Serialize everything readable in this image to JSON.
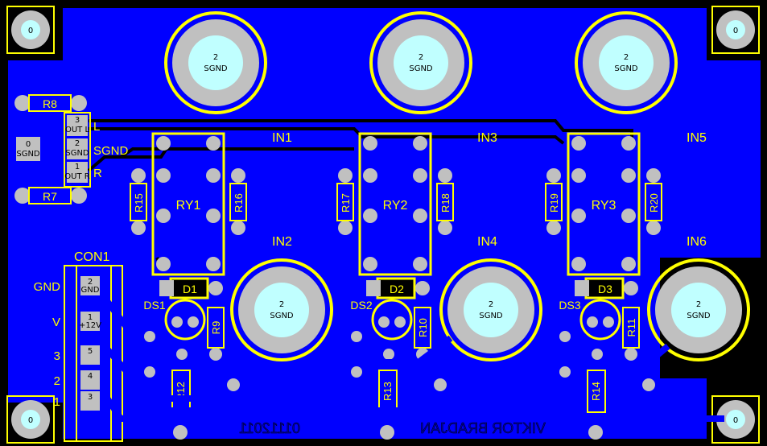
{
  "board": {
    "colors": {
      "copper": "#0000ff",
      "silk": "#ffff00",
      "pad": "#c0c0c0",
      "hole": "#c0ffff",
      "bg": "#000000"
    },
    "corner_hole_label": "0",
    "jack_pin": "2",
    "jack_net": "SGND",
    "inputs": [
      "IN1",
      "IN3",
      "IN5",
      "IN2",
      "IN4",
      "IN6"
    ],
    "header_left": {
      "pins": [
        "3",
        "2",
        "1"
      ],
      "nets": [
        "OUT L",
        "SGND",
        "OUT R"
      ],
      "labels": [
        "L",
        "SGND",
        "R"
      ]
    },
    "sgnd_pad": {
      "pin": "0",
      "net": "SGND"
    },
    "resistors": [
      "R8",
      "R7",
      "R15",
      "R16",
      "R17",
      "R18",
      "R19",
      "R20",
      "R9",
      "R10",
      "R11",
      "R12",
      "R13",
      "R14"
    ],
    "relays": [
      "RY1",
      "RY2",
      "RY3"
    ],
    "diodes": [
      "D1",
      "D2",
      "D3"
    ],
    "leds": [
      "DS1",
      "DS2",
      "DS3"
    ],
    "connector": {
      "ref": "CON1",
      "labels": [
        "GND",
        "+V",
        "3",
        "2",
        "1"
      ],
      "pins": [
        "2",
        "1",
        "5",
        "4",
        "3"
      ],
      "nets": [
        "GND",
        "+12V",
        "",
        "",
        ""
      ]
    },
    "signature": "VIKTOR BRADJAN",
    "date": "01112011"
  }
}
